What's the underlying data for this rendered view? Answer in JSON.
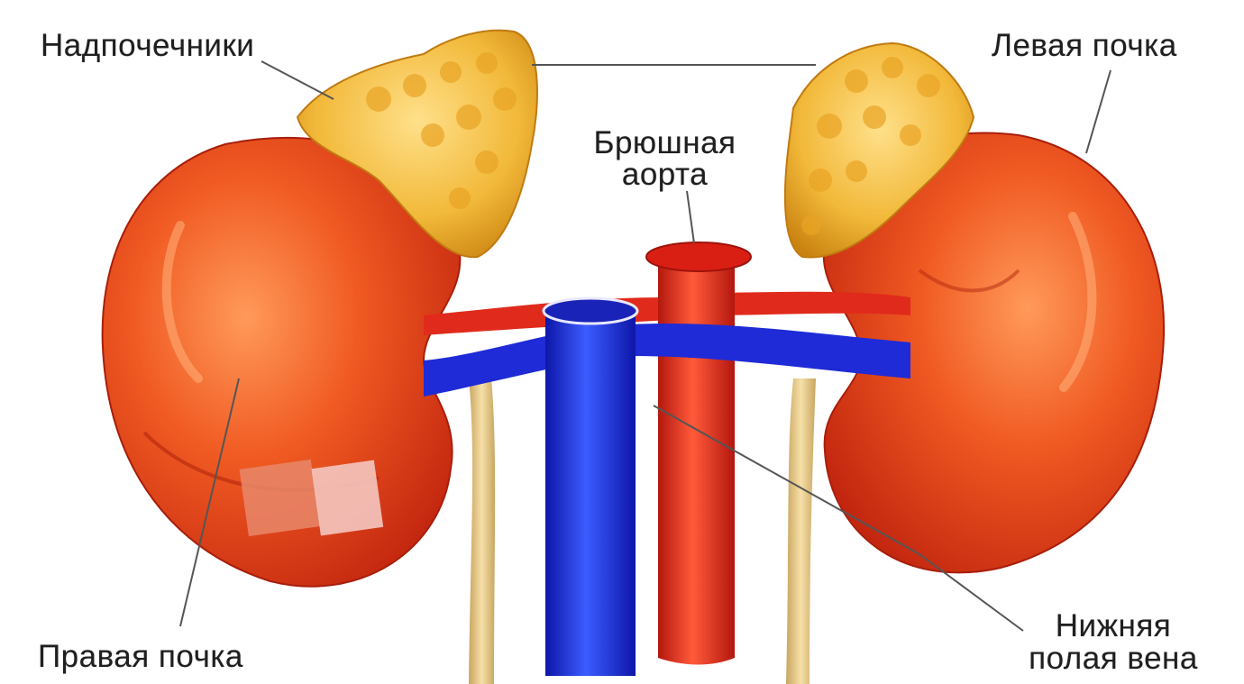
{
  "labels": {
    "adrenals": "Надпочечники",
    "left_kidney": "Левая почка",
    "aorta_line1": "Брюшная",
    "aorta_line2": "аорта",
    "right_kidney": "Правая почка",
    "vena_line1": "Нижняя",
    "vena_line2": "полая вена"
  },
  "colors": {
    "kidney": "#e8431a",
    "kidney_highlight": "#ff8a4a",
    "kidney_shadow": "#b8200e",
    "adrenal": "#f2b93a",
    "adrenal_shadow": "#d98a16",
    "aorta": "#e02a1c",
    "vena": "#1f2bd6",
    "ureter": "#e7c98a",
    "leader_line": "#555555"
  }
}
